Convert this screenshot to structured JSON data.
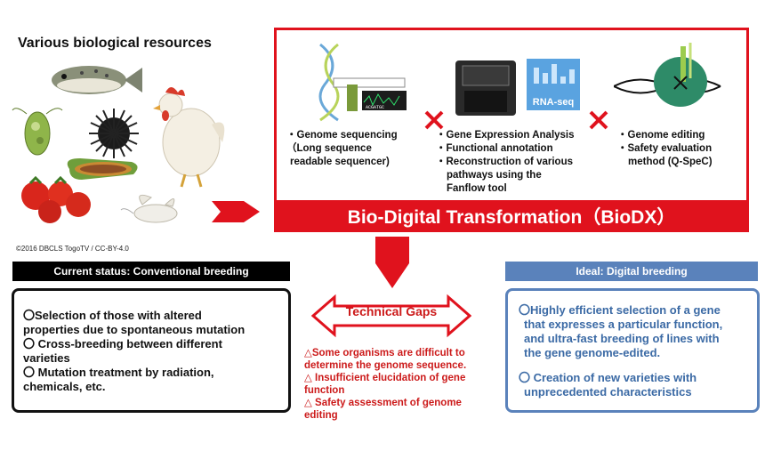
{
  "resources_title": "Various biological resources",
  "credit": "©2016 DBCLS TogoTV / CC-BY-4.0",
  "rna_seq_label": "RNA-seq",
  "sequencer_readout": "ACGATGC",
  "technologies": [
    {
      "lines": [
        "・Genome sequencing",
        "（Long sequence",
        "readable sequencer)"
      ]
    },
    {
      "lines": [
        "・Gene Expression Analysis",
        "・Functional annotation",
        "・Reconstruction of various",
        "pathways using the",
        "Fanflow tool"
      ]
    },
    {
      "lines": [
        "・Genome editing",
        "・Safety evaluation",
        "method (Q-SpeC)"
      ]
    }
  ],
  "banner": "Bio-Digital Transformation（BioDX）",
  "current_status": {
    "header": "Current status: Conventional breeding",
    "items": [
      "〇Selection of those with altered",
      "properties due to spontaneous mutation",
      "〇 Cross-breeding between different",
      "varieties",
      "〇 Mutation treatment by radiation,",
      "chemicals, etc."
    ]
  },
  "technical_gaps": {
    "label": "Technical Gaps",
    "items": [
      "△Some organisms are difficult to",
      "determine the genome sequence.",
      "△ Insufficient elucidation of gene",
      "function",
      "△ Safety assessment of genome",
      "editing"
    ]
  },
  "ideal": {
    "header": "Ideal: Digital breeding",
    "items": [
      "〇Highly efficient selection of a gene",
      "that expresses a particular function,",
      "and ultra-fast breeding of lines with",
      "the gene genome-edited.",
      "",
      "〇 Creation of new varieties with",
      "unprecedented characteristics"
    ]
  },
  "colors": {
    "accent_red": "#e0121d",
    "ideal_blue": "#5a82bb",
    "gap_text": "#cc1a1a"
  }
}
